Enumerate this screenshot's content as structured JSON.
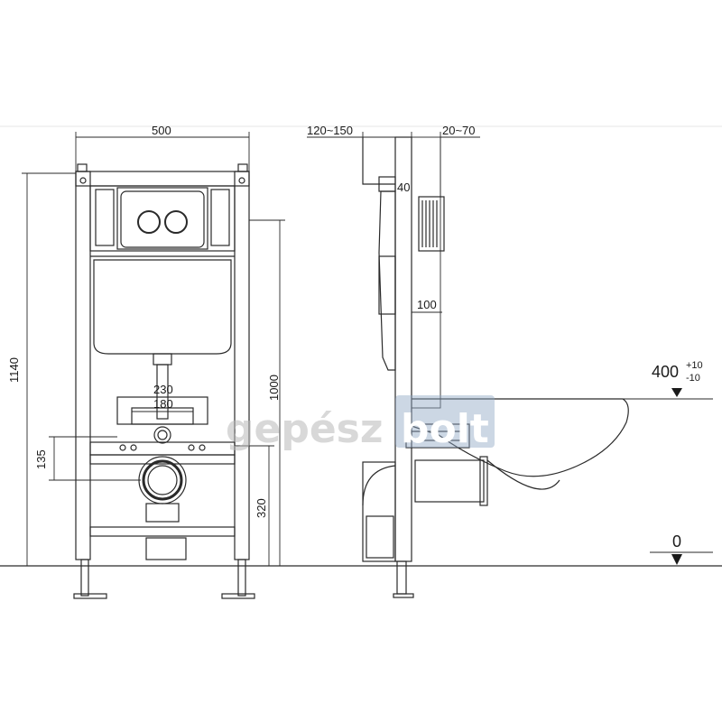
{
  "front_view": {
    "width_label": "500",
    "height_label": "1140",
    "pipe_height_label": "1000",
    "outer_span_label": "230",
    "inner_span_label": "180",
    "drain_gap_label": "135",
    "drain_height_label": "320"
  },
  "side_view": {
    "depth_range_label": "120~150",
    "wall_range_label": "20~70",
    "top_offset_label": "40",
    "pipe_label": "100",
    "seat_height_label": "400",
    "seat_tol_plus": "+10",
    "seat_tol_minus": "-10",
    "floor_level_label": "0"
  },
  "watermark": {
    "left_text": "gepész",
    "right_text": "bolt"
  },
  "colors": {
    "line": "#2a2a2a",
    "watermark_box": "#8ea6c4"
  }
}
